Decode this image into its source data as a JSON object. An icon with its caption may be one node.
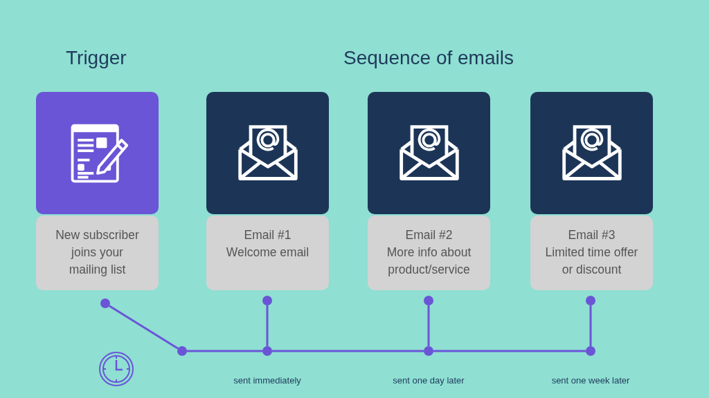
{
  "diagram": {
    "nodes": [
      {
        "text": [
          "New subscriber joins your mailing list"
        ]
      },
      {
        "text": [
          "Email #1",
          "Welcome email"
        ]
      },
      {
        "text": [
          "Email #2",
          "More info about product/service"
        ]
      },
      {
        "text": [
          "Email #3",
          "Limited time offer or discount"
        ]
      },
      {
        "text": [],
        "shape": "circle"
      },
      {
        "text": [],
        "shape": "circle"
      },
      {
        "text": [],
        "shape": "circle"
      },
      {
        "text": [],
        "shape": "circle"
      },
      {
        "text": [],
        "shape": "circle"
      },
      {
        "text": [],
        "shape": "circle",
        "beside": [
          "sent immediately"
        ]
      },
      {
        "text": [],
        "shape": "circle",
        "beside": [
          "sent one day later"
        ]
      },
      {
        "text": [],
        "shape": "circle",
        "beside": [
          "sent one week later"
        ]
      }
    ],
    "edges": [
      {
        "from": 4,
        "to": 8,
        "arrow": "none"
      },
      {
        "from": 5,
        "to": 9,
        "arrow": "none"
      },
      {
        "from": 6,
        "to": 10,
        "arrow": "none"
      },
      {
        "from": 7,
        "to": 11,
        "arrow": "none"
      },
      {
        "from": 8,
        "to": 9,
        "arrow": "none"
      },
      {
        "from": 9,
        "to": 10,
        "arrow": "none"
      },
      {
        "from": 10,
        "to": 11,
        "arrow": "none"
      }
    ],
    "labels": [
      "Trigger",
      "Sequence of emails"
    ]
  }
}
